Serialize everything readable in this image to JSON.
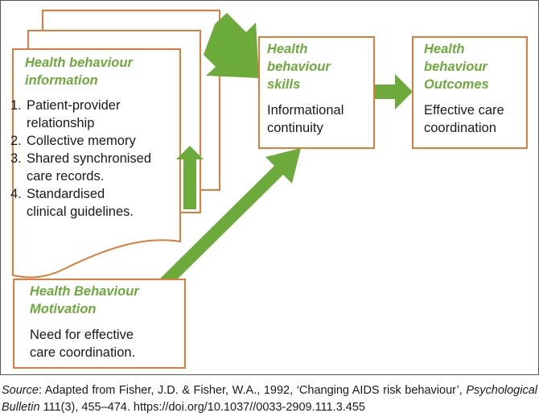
{
  "colors": {
    "box_border": "#E07B39",
    "title_text": "#6DAA3C",
    "arrow_fill": "#6DAA3C"
  },
  "information": {
    "title": "Health behaviour\ninformation",
    "items": [
      {
        "num": "1.",
        "text": "Patient-provider\nrelationship"
      },
      {
        "num": "2.",
        "text": "Collective memory"
      },
      {
        "num": "3.",
        "text": "Shared synchronised\ncare records."
      },
      {
        "num": "4.",
        "text": "Standardised\nclinical guidelines."
      }
    ]
  },
  "skills": {
    "title": "Health\nbehaviour\nskills",
    "body": "Informational\ncontinuity"
  },
  "outcomes": {
    "title": "Health\nbehaviour\nOutcomes",
    "body": "Effective care\ncoordination"
  },
  "motivation": {
    "title": "Health Behaviour\nMotivation",
    "body": "Need for effective\ncare coordination."
  },
  "source": {
    "label": "Source",
    "text1": ": Adapted from Fisher, J.D. & Fisher, W.A., 1992, ‘Changing AIDS risk behaviour’, ",
    "journal": "Psychological Bulletin",
    "text2": " 111(3), 455–474. https://doi.org/10.1037//0033-2909.111.3.455"
  }
}
